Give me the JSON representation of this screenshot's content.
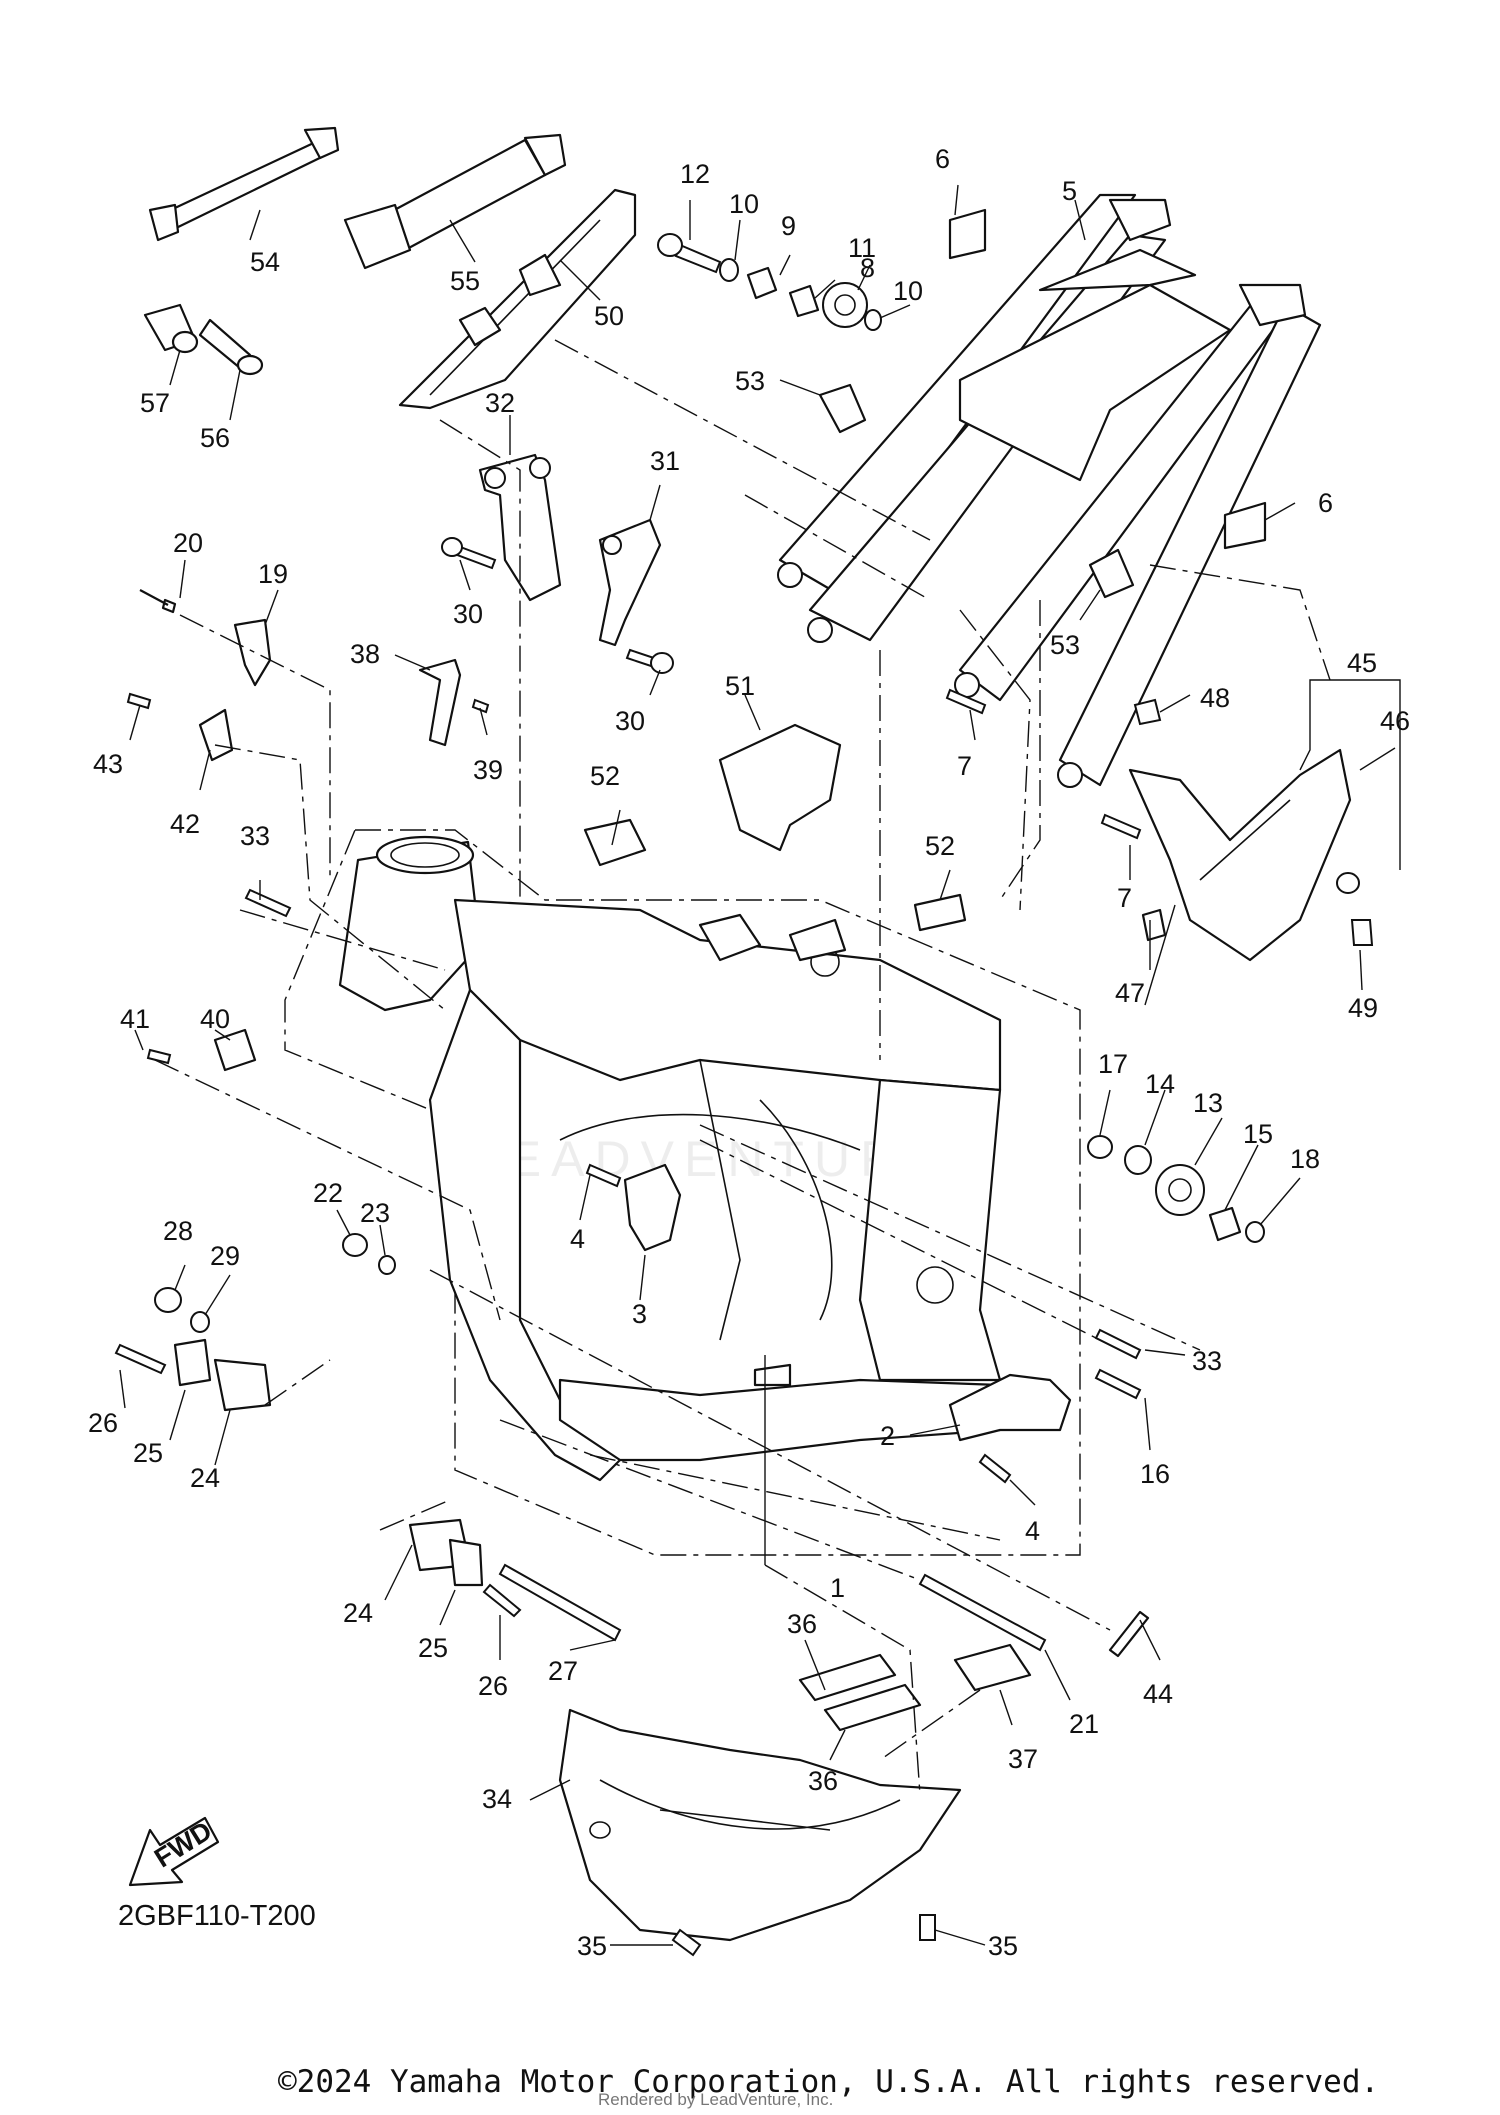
{
  "diagram": {
    "code": "2GBF110-T200",
    "fwd": "FWD",
    "footer": "©2024 Yamaha Motor Corporation, U.S.A. All rights reserved.",
    "watermark": "Rendered by LeadVenture, Inc.",
    "watermark_logo": "LEADVENTURE",
    "callouts": [
      {
        "id": "c54",
        "text": "54"
      },
      {
        "id": "c55",
        "text": "55"
      },
      {
        "id": "c57",
        "text": "57"
      },
      {
        "id": "c56",
        "text": "56"
      },
      {
        "id": "c50",
        "text": "50"
      },
      {
        "id": "c12",
        "text": "12"
      },
      {
        "id": "c10a",
        "text": "10"
      },
      {
        "id": "c9",
        "text": "9"
      },
      {
        "id": "c11",
        "text": "11"
      },
      {
        "id": "c8",
        "text": "8"
      },
      {
        "id": "c10b",
        "text": "10"
      },
      {
        "id": "c6a",
        "text": "6"
      },
      {
        "id": "c5",
        "text": "5"
      },
      {
        "id": "c53a",
        "text": "53"
      },
      {
        "id": "c6b",
        "text": "6"
      },
      {
        "id": "c53b",
        "text": "53"
      },
      {
        "id": "c32",
        "text": "32"
      },
      {
        "id": "c31",
        "text": "31"
      },
      {
        "id": "c30a",
        "text": "30"
      },
      {
        "id": "c30b",
        "text": "30"
      },
      {
        "id": "c20",
        "text": "20"
      },
      {
        "id": "c19",
        "text": "19"
      },
      {
        "id": "c38",
        "text": "38"
      },
      {
        "id": "c39",
        "text": "39"
      },
      {
        "id": "c43",
        "text": "43"
      },
      {
        "id": "c42",
        "text": "42"
      },
      {
        "id": "c51",
        "text": "51"
      },
      {
        "id": "c7a",
        "text": "7"
      },
      {
        "id": "c48",
        "text": "48"
      },
      {
        "id": "c45",
        "text": "45"
      },
      {
        "id": "c46",
        "text": "46"
      },
      {
        "id": "c33a",
        "text": "33"
      },
      {
        "id": "c52a",
        "text": "52"
      },
      {
        "id": "c52b",
        "text": "52"
      },
      {
        "id": "c7b",
        "text": "7"
      },
      {
        "id": "c47",
        "text": "47"
      },
      {
        "id": "c49",
        "text": "49"
      },
      {
        "id": "c41",
        "text": "41"
      },
      {
        "id": "c40",
        "text": "40"
      },
      {
        "id": "c17",
        "text": "17"
      },
      {
        "id": "c14",
        "text": "14"
      },
      {
        "id": "c13",
        "text": "13"
      },
      {
        "id": "c15",
        "text": "15"
      },
      {
        "id": "c18",
        "text": "18"
      },
      {
        "id": "c22",
        "text": "22"
      },
      {
        "id": "c23",
        "text": "23"
      },
      {
        "id": "c4a",
        "text": "4"
      },
      {
        "id": "c3",
        "text": "3"
      },
      {
        "id": "c28",
        "text": "28"
      },
      {
        "id": "c29",
        "text": "29"
      },
      {
        "id": "c26a",
        "text": "26"
      },
      {
        "id": "c25a",
        "text": "25"
      },
      {
        "id": "c24a",
        "text": "24"
      },
      {
        "id": "c33b",
        "text": "33"
      },
      {
        "id": "c16",
        "text": "16"
      },
      {
        "id": "c2",
        "text": "2"
      },
      {
        "id": "c4b",
        "text": "4"
      },
      {
        "id": "c1",
        "text": "1"
      },
      {
        "id": "c24b",
        "text": "24"
      },
      {
        "id": "c25b",
        "text": "25"
      },
      {
        "id": "c26b",
        "text": "26"
      },
      {
        "id": "c27",
        "text": "27"
      },
      {
        "id": "c36a",
        "text": "36"
      },
      {
        "id": "c21",
        "text": "21"
      },
      {
        "id": "c44",
        "text": "44"
      },
      {
        "id": "c37",
        "text": "37"
      },
      {
        "id": "c34",
        "text": "34"
      },
      {
        "id": "c36b",
        "text": "36"
      },
      {
        "id": "c35a",
        "text": "35"
      },
      {
        "id": "c35b",
        "text": "35"
      }
    ]
  }
}
